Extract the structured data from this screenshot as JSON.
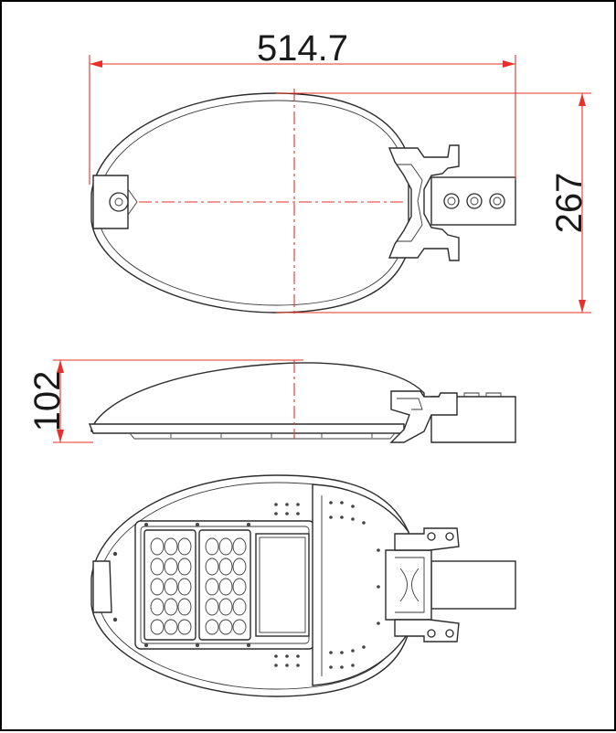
{
  "dimensions": {
    "length": "514.7",
    "width": "267",
    "height": "102"
  },
  "colors": {
    "dimension_line": "#e8302a",
    "outline": "#2b2b2b",
    "border": "#000000"
  }
}
